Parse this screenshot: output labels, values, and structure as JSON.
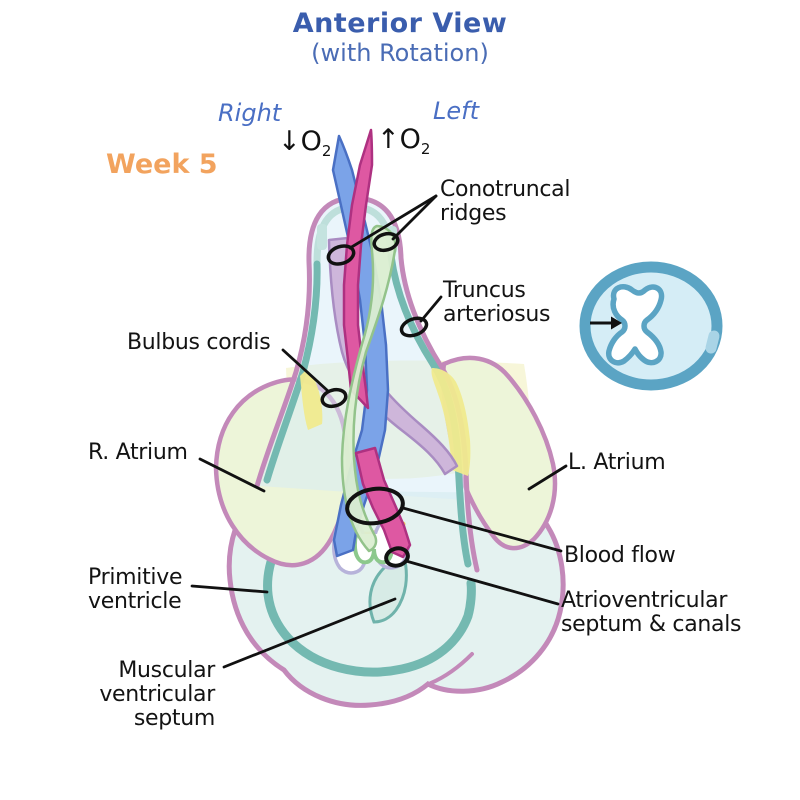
{
  "header": {
    "title": "Anterior View",
    "subtitle": "(with Rotation)",
    "side_right": "Right",
    "side_left": "Left",
    "week": "Week 5",
    "o2_down": "↓O",
    "o2_up": "↑O",
    "o2_subscript": "2"
  },
  "labels": {
    "conotruncal": {
      "line1": "Conotruncal",
      "line2": "ridges"
    },
    "truncus": {
      "line1": "Truncus",
      "line2": "arteriosus"
    },
    "bulbus": "Bulbus cordis",
    "r_atrium": "R. Atrium",
    "l_atrium": "L. Atrium",
    "blood_flow": "Blood flow",
    "av": {
      "line1": "Atrioventricular",
      "line2": "septum & canals"
    },
    "primitive": {
      "line1": "Primitive",
      "line2": "ventricle"
    },
    "muscular": {
      "line1": "Muscular",
      "line2": "ventricular",
      "line3": "septum"
    }
  },
  "icons": {
    "inset_arrow": "arrow-right-icon",
    "o2_down_arrow": "down-arrow",
    "o2_up_arrow": "up-arrow"
  },
  "colors": {
    "title_blue": "#3a5dad",
    "side_blue": "#4a6fc4",
    "week_orange": "#f2a35e",
    "outline_pink": "#c389b9",
    "teal_band": "#74b9b1",
    "atria_fill": "#edf5d9",
    "ventricle_fill": "#e4f2f0",
    "tube_fill": "#d6ecf8",
    "yellow_stripe": "#f0ea8e",
    "pale_yellow_band": "#f6f5d5",
    "purple_ridge": "#ccb2d9",
    "green_ridge": "#dbeed1",
    "blue_vessel": "#7ba3e8",
    "blue_vessel_stroke": "#4a70c4",
    "pink_vessel": "#de58a2",
    "pink_vessel_stroke": "#ae3181",
    "inset_ring": "#5ba4c4",
    "inset_fill": "#d5edf6",
    "annotation_black": "#111111",
    "yellow_arc": "#f2c25c",
    "av_green": "#8cc88c",
    "av_lavender": "#b7b3da"
  }
}
